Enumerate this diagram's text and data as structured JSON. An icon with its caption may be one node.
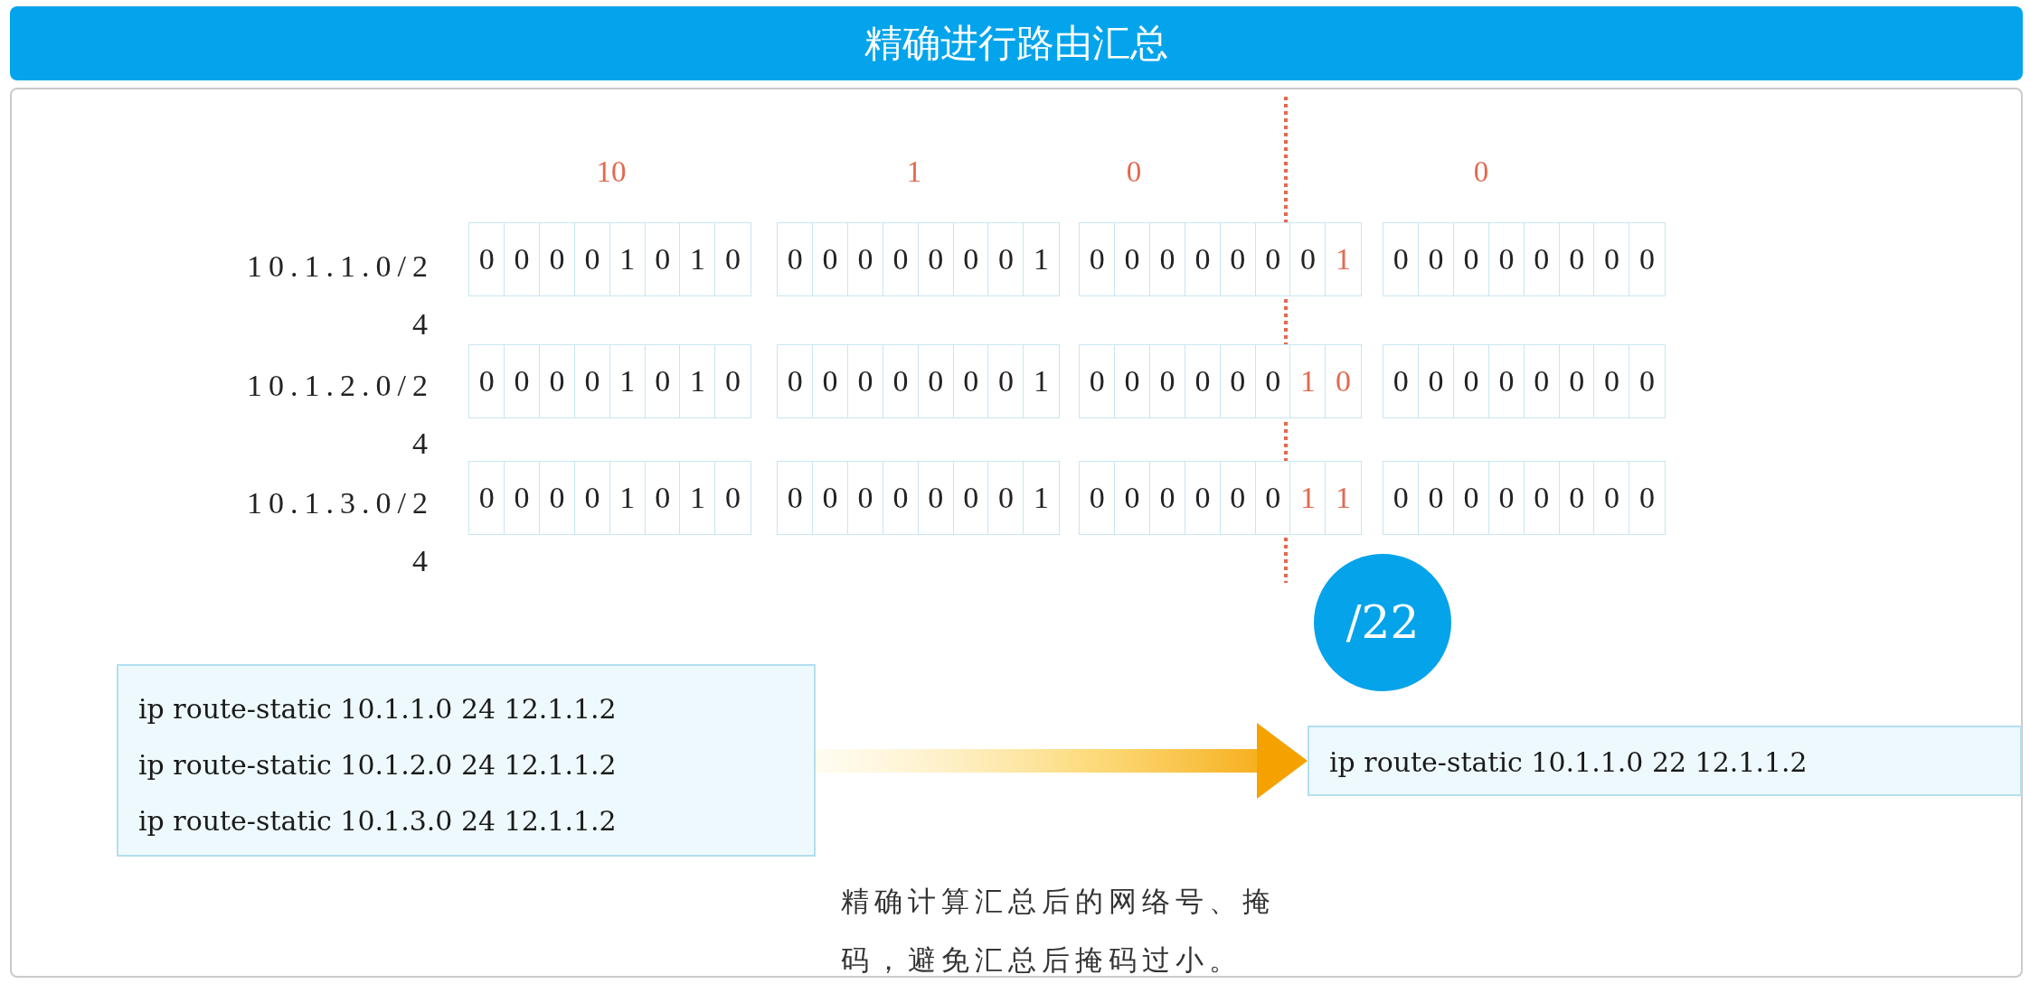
{
  "diagram": {
    "title": "精确进行路由汇总",
    "nodes": [
      {
        "text": [
          "/22"
        ]
      },
      {
        "text": [
          "ip route-static 10.1.1.0 24 12.1.1.2",
          "ip route-static 10.1.2.0 24 12.1.1.2",
          "ip route-static 10.1.3.0 24 12.1.1.2"
        ]
      },
      {
        "text": [
          "ip route-static 10.1.1.0 22 12.1.1.2"
        ]
      }
    ],
    "edges": [
      {
        "from": 1,
        "to": 2,
        "arrow": "to"
      }
    ],
    "labels": [
      "10",
      "1",
      "0",
      "0",
      "10.1.1.0/24",
      "0",
      "0",
      "0",
      "0",
      "1",
      "0",
      "1",
      "0",
      "0",
      "0",
      "0",
      "0",
      "0",
      "0",
      "0",
      "1",
      "0",
      "0",
      "0",
      "0",
      "0",
      "0",
      "0",
      "1",
      "0",
      "0",
      "0",
      "0",
      "0",
      "0",
      "0",
      "0",
      "10.1.2.0/24",
      "0",
      "0",
      "0",
      "0",
      "1",
      "0",
      "1",
      "0",
      "0",
      "0",
      "0",
      "0",
      "0",
      "0",
      "0",
      "1",
      "0",
      "0",
      "0",
      "0",
      "0",
      "0",
      "1",
      "0",
      "0",
      "0",
      "0",
      "0",
      "0",
      "0",
      "0",
      "0",
      "10.1.3.0/24",
      "0",
      "0",
      "0",
      "0",
      "1",
      "0",
      "1",
      "0",
      "0",
      "0",
      "0",
      "0",
      "0",
      "0",
      "0",
      "1",
      "0",
      "0",
      "0",
      "0",
      "0",
      "0",
      "1",
      "1",
      "0",
      "0",
      "0",
      "0",
      "0",
      "0",
      "0",
      "0",
      "精确计算汇总后的网络号、掩码，避免汇总后掩码过小。"
    ]
  }
}
